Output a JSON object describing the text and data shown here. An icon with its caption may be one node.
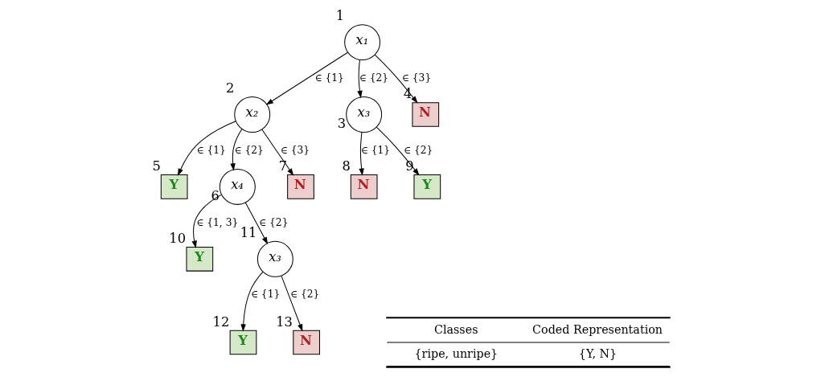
{
  "diagram": {
    "nodes": [
      {
        "text": [
          "x₁"
        ],
        "beside": [
          "1"
        ]
      },
      {
        "text": [
          "x₂"
        ],
        "beside": [
          "2"
        ]
      },
      {
        "text": [
          "x₃"
        ],
        "beside": [
          "3"
        ]
      },
      {
        "text": [
          "N"
        ],
        "beside": [
          "4"
        ]
      },
      {
        "text": [
          "Y"
        ],
        "beside": [
          "5"
        ]
      },
      {
        "text": [
          "x₄"
        ],
        "beside": [
          "6"
        ]
      },
      {
        "text": [
          "N"
        ],
        "beside": [
          "7"
        ]
      },
      {
        "text": [
          "N"
        ],
        "beside": [
          "8"
        ]
      },
      {
        "text": [
          "Y"
        ],
        "beside": [
          "9"
        ]
      },
      {
        "text": [
          "Y"
        ],
        "beside": [
          "10"
        ]
      },
      {
        "text": [
          "x₃"
        ],
        "beside": [
          "11"
        ]
      },
      {
        "text": [
          "Y"
        ],
        "beside": [
          "12"
        ]
      },
      {
        "text": [
          "N"
        ],
        "beside": [
          "13"
        ]
      }
    ],
    "edges": [
      {
        "from": 0,
        "to": 1,
        "arrow": "to",
        "label": "∈ {1}"
      },
      {
        "from": 0,
        "to": 2,
        "arrow": "to",
        "label": "∈ {2}"
      },
      {
        "from": 0,
        "to": 3,
        "arrow": "to",
        "label": "∈ {3}"
      },
      {
        "from": 1,
        "to": 4,
        "arrow": "to",
        "label": "∈ {1}"
      },
      {
        "from": 1,
        "to": 5,
        "arrow": "to",
        "label": "∈ {2}"
      },
      {
        "from": 1,
        "to": 6,
        "arrow": "to",
        "label": "∈ {3}"
      },
      {
        "from": 2,
        "to": 7,
        "arrow": "to",
        "label": "∈ {1}"
      },
      {
        "from": 2,
        "to": 8,
        "arrow": "to",
        "label": "∈ {2}"
      },
      {
        "from": 5,
        "to": 9,
        "arrow": "to",
        "label": "∈ {1, 3}"
      },
      {
        "from": 5,
        "to": 10,
        "arrow": "to",
        "label": "∈ {2}"
      },
      {
        "from": 10,
        "to": 11,
        "arrow": "to",
        "label": "∈ {1}"
      },
      {
        "from": 10,
        "to": 12,
        "arrow": "to",
        "label": "∈ {2}"
      }
    ],
    "labels": [
      "Classes",
      "Coded Representation",
      "{ripe, unripe}",
      "{Y, N}"
    ]
  }
}
